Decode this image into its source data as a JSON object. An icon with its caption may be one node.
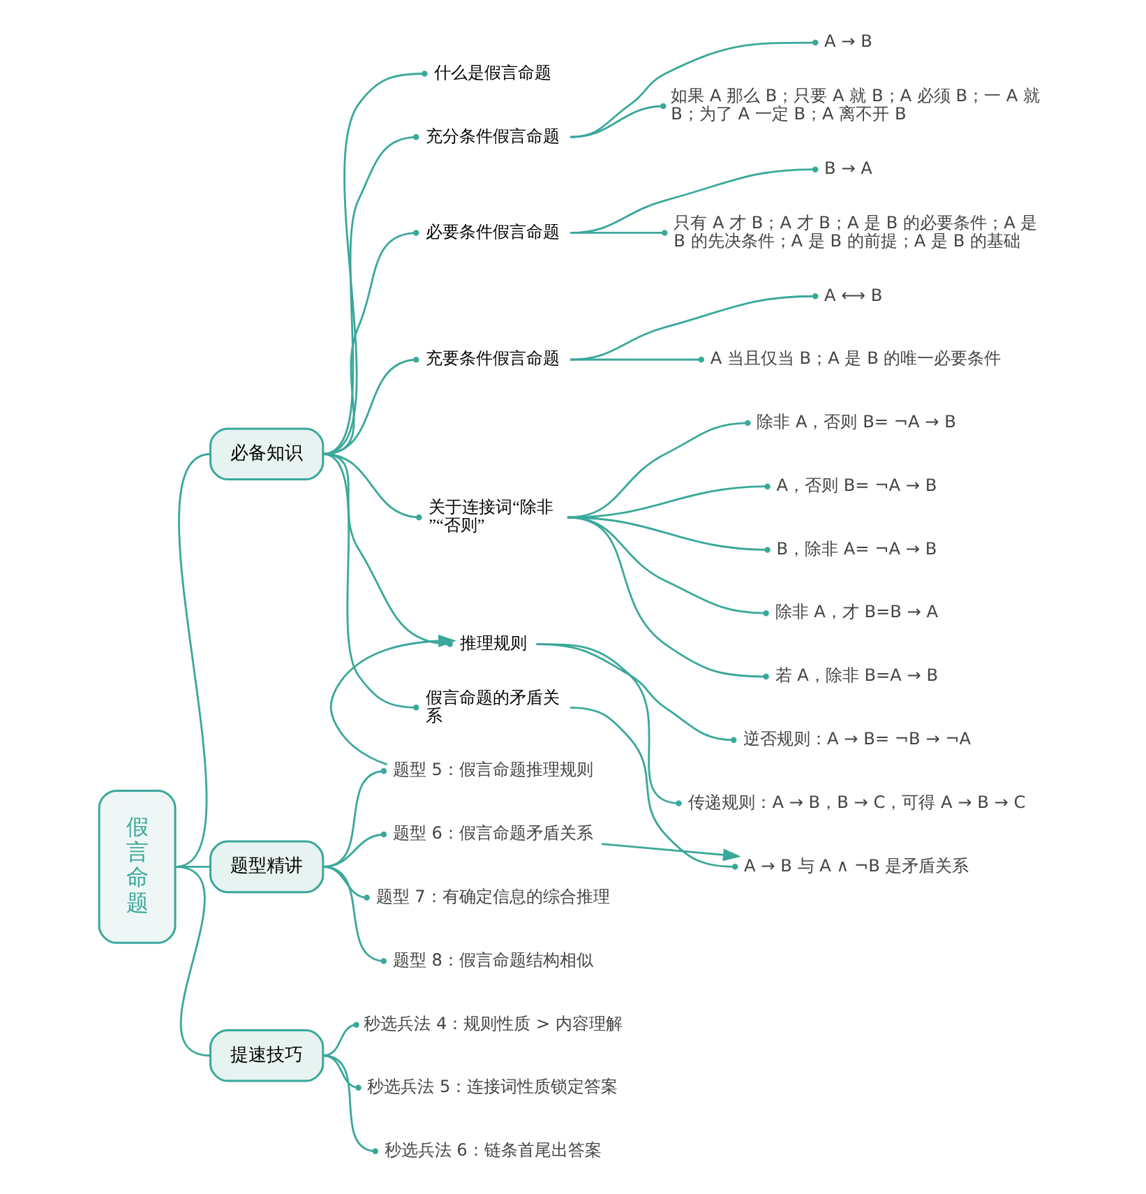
{
  "diagram": {
    "nodes": [
      {
        "text": [
          "假言命题"
        ]
      },
      {
        "text": [
          "必备知识"
        ]
      },
      {
        "text": [
          "什么是假言命题"
        ]
      },
      {
        "text": [
          "充分条件假言命题"
        ]
      },
      {
        "text": [
          "A → B"
        ]
      },
      {
        "text": [
          "如果 A 那么 B；只要 A 就 B；A 必须 B；一 A 就 B；为了 A 一定 B；A 离不开 B"
        ]
      },
      {
        "text": [
          "必要条件假言命题"
        ]
      },
      {
        "text": [
          "B → A"
        ]
      },
      {
        "text": [
          "只有 A 才 B；A 才 B；A 是 B 的必要条件；A 是 B 的先决条件；A 是 B 的前提；A 是 B 的基础"
        ]
      },
      {
        "text": [
          "充要条件假言命题"
        ]
      },
      {
        "text": [
          "A ⟷ B"
        ]
      },
      {
        "text": [
          "A 当且仅当 B；A 是 B 的唯一必要条件"
        ]
      },
      {
        "text": [
          "关于连接词“除非”“否则”"
        ]
      },
      {
        "text": [
          "除非 A，否则 B= ¬A → B"
        ]
      },
      {
        "text": [
          "A，否则 B= ¬A → B"
        ]
      },
      {
        "text": [
          "B，除非 A= ¬A → B"
        ]
      },
      {
        "text": [
          "除非 A，才 B=B → A"
        ]
      },
      {
        "text": [
          "若 A，除非 B=A → B"
        ]
      },
      {
        "text": [
          "推理规则"
        ]
      },
      {
        "text": [
          "逆否规则：A → B= ¬B → ¬A"
        ]
      },
      {
        "text": [
          "传递规则：A → B，B → C，可得 A → B → C"
        ]
      },
      {
        "text": [
          "假言命题的矛盾关系"
        ]
      },
      {
        "text": [
          "A → B 与 A ∧ ¬B 是矛盾关系"
        ]
      },
      {
        "text": [
          "题型精讲"
        ]
      },
      {
        "text": [
          "题型 5：假言命题推理规则"
        ]
      },
      {
        "text": [
          "题型 6：假言命题矛盾关系"
        ]
      },
      {
        "text": [
          "题型 7：有确定信息的综合推理"
        ]
      },
      {
        "text": [
          "题型 8：假言命题结构相似"
        ]
      },
      {
        "text": [
          "提速技巧"
        ]
      },
      {
        "text": [
          "秒选兵法 4：规则性质 > 内容理解"
        ]
      },
      {
        "text": [
          "秒选兵法 5：连接词性质锁定答案"
        ]
      },
      {
        "text": [
          "秒选兵法 6：链条首尾出答案"
        ]
      }
    ],
    "edges": [
      {
        "from": 0,
        "to": 1,
        "arrow": "none"
      },
      {
        "from": 1,
        "to": 2,
        "arrow": "other"
      },
      {
        "from": 1,
        "to": 3,
        "arrow": "other"
      },
      {
        "from": 3,
        "to": 4,
        "arrow": "other"
      },
      {
        "from": 3,
        "to": 5,
        "arrow": "other"
      },
      {
        "from": 1,
        "to": 6,
        "arrow": "other"
      },
      {
        "from": 6,
        "to": 7,
        "arrow": "other"
      },
      {
        "from": 6,
        "to": 8,
        "arrow": "other"
      },
      {
        "from": 1,
        "to": 9,
        "arrow": "other"
      },
      {
        "from": 9,
        "to": 10,
        "arrow": "other"
      },
      {
        "from": 9,
        "to": 11,
        "arrow": "other"
      },
      {
        "from": 1,
        "to": 12,
        "arrow": "other"
      },
      {
        "from": 12,
        "to": 13,
        "arrow": "other"
      },
      {
        "from": 12,
        "to": 14,
        "arrow": "other"
      },
      {
        "from": 12,
        "to": 15,
        "arrow": "other"
      },
      {
        "from": 12,
        "to": 16,
        "arrow": "other"
      },
      {
        "from": 12,
        "to": 17,
        "arrow": "other"
      },
      {
        "from": 1,
        "to": 18,
        "arrow": "other"
      },
      {
        "from": 18,
        "to": 19,
        "arrow": "other"
      },
      {
        "from": 18,
        "to": 20,
        "arrow": "other"
      },
      {
        "from": 1,
        "to": 21,
        "arrow": "other"
      },
      {
        "from": 21,
        "to": 22,
        "arrow": "other"
      },
      {
        "from": 0,
        "to": 23,
        "arrow": "none"
      },
      {
        "from": 23,
        "to": 24,
        "arrow": "other"
      },
      {
        "from": 23,
        "to": 25,
        "arrow": "other"
      },
      {
        "from": 23,
        "to": 26,
        "arrow": "other"
      },
      {
        "from": 23,
        "to": 27,
        "arrow": "other"
      },
      {
        "from": 0,
        "to": 28,
        "arrow": "none"
      },
      {
        "from": 28,
        "to": 29,
        "arrow": "other"
      },
      {
        "from": 28,
        "to": 30,
        "arrow": "other"
      },
      {
        "from": 28,
        "to": 31,
        "arrow": "other"
      },
      {
        "from": 24,
        "to": 18,
        "arrow": "to"
      },
      {
        "from": 25,
        "to": 22,
        "arrow": "to"
      }
    ]
  }
}
